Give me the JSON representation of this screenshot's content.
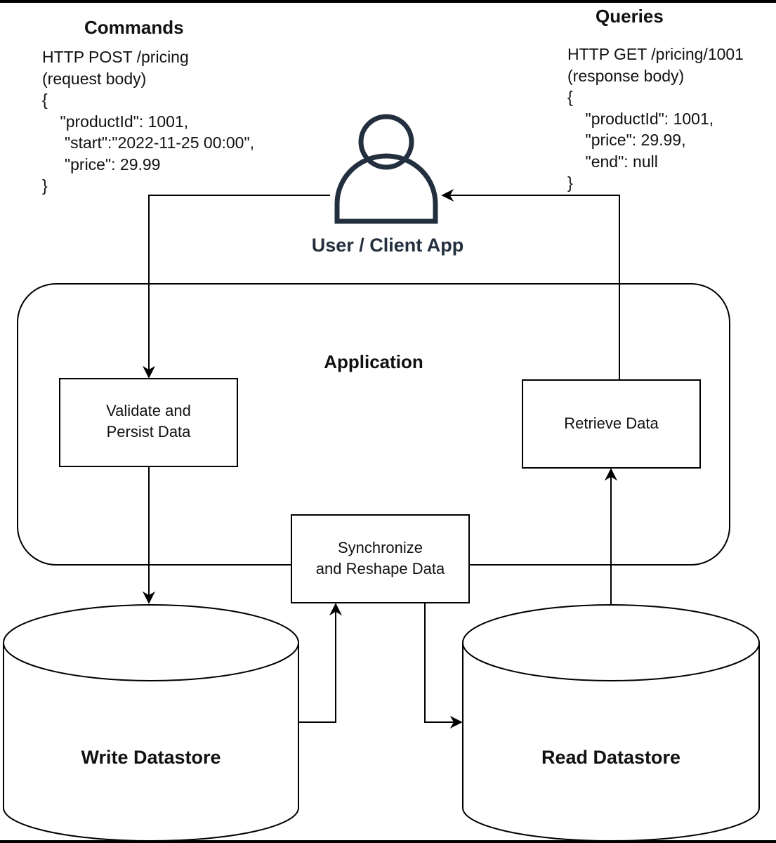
{
  "commands": {
    "heading": "Commands",
    "lines": [
      "HTTP POST /pricing",
      "(request body)",
      "{",
      "    \"productId\": 1001,",
      "     \"start\":\"2022-11-25 00:00\",",
      "     \"price\": 29.99",
      "}"
    ]
  },
  "queries": {
    "heading": "Queries",
    "lines": [
      "HTTP GET /pricing/1001",
      "(response body)",
      "{",
      "    \"productId\": 1001,",
      "    \"price\": 29.99,",
      "    \"end\": null",
      "}"
    ]
  },
  "user": {
    "label": "User / Client App",
    "icon": "user-icon",
    "color": "#232f3e"
  },
  "application": {
    "label": "Application"
  },
  "boxes": {
    "validate": "Validate and\nPersist Data",
    "retrieve": "Retrieve Data",
    "synchronize": "Synchronize\nand Reshape Data"
  },
  "datastores": {
    "write": "Write Datastore",
    "read": "Read Datastore"
  }
}
